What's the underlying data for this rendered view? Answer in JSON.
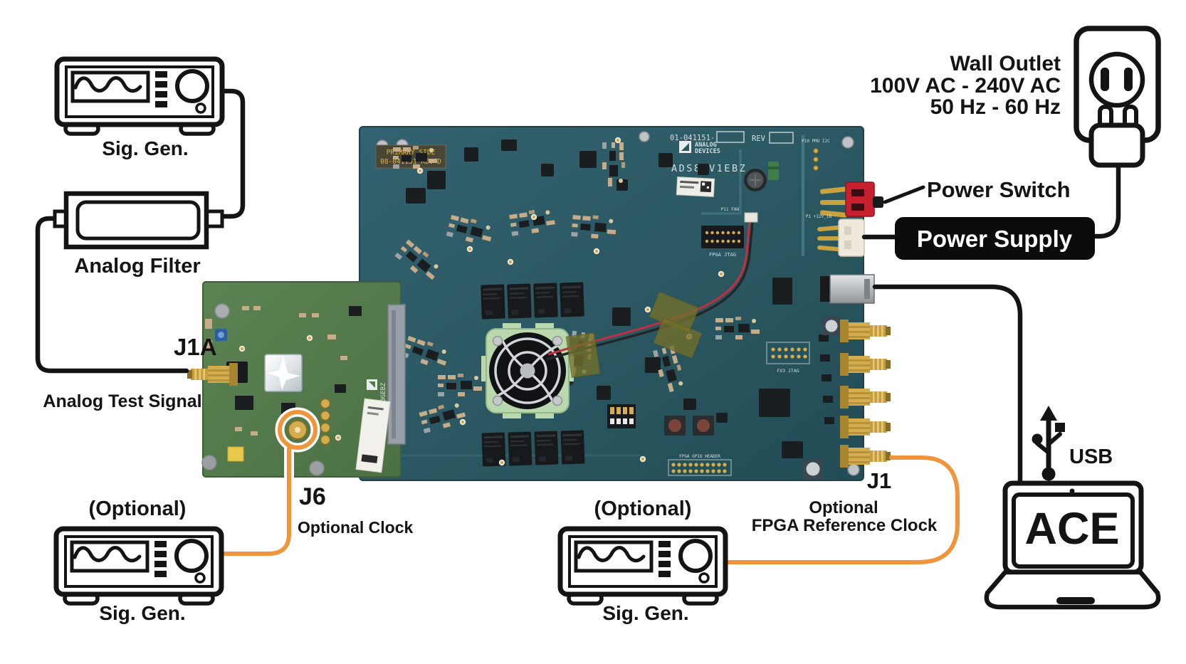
{
  "diagram": {
    "top_left_chain": {
      "sig_gen_label": "Sig. Gen.",
      "filter_label": "Analog Filter",
      "connector_label": "J1A",
      "signal_label": "Analog Test Signal"
    },
    "optional_clock_chain": {
      "optional_label": "(Optional)",
      "sig_gen_label": "Sig. Gen.",
      "connector_label": "J6",
      "clock_label": "Optional Clock"
    },
    "fpga_clock_chain": {
      "optional_label": "(Optional)",
      "sig_gen_label": "Sig. Gen.",
      "connector_label": "J1",
      "clock_label_line1": "Optional",
      "clock_label_line2": "FPGA Reference Clock"
    },
    "power_chain": {
      "wall_outlet_line1": "Wall Outlet",
      "wall_outlet_line2": "100V AC - 240V AC",
      "wall_outlet_line3": "50 Hz - 60 Hz",
      "power_switch_label": "Power Switch",
      "power_supply_label": "Power Supply"
    },
    "pc_chain": {
      "usb_label": "USB",
      "software_label": "ACE"
    },
    "board": {
      "primary_side_line1": "PRIMARY SIDE",
      "primary_side_line2": "08-041151 REV D",
      "part_number": "01-041151-",
      "rev_label": "REV",
      "brand_line1": "ANALOG",
      "brand_line2": "DEVICES",
      "board_name": "ADS8-V1EBZ",
      "jtag_label": "FPGA JTAG",
      "fan_label": "P11 FAN",
      "pmu_label": "P10 PMU I2C",
      "p1_label": "P1 +12V_IN",
      "fx3_label": "FX3 JTAG",
      "gpio_label": "FPGA GPIO HEADER"
    },
    "daughter_board": {
      "name": "AD9213-10GEBZ"
    },
    "colors": {
      "wire_black": "#141414",
      "wire_orange": "#F0953C",
      "board_blue": "#2B5862",
      "board_green": "#527A4A",
      "fan_shroud": "#B9D8AE",
      "sma_gold": "#D4AD4E",
      "switch_red": "#C8202F",
      "power_supply_bg": "#0C0C0C"
    }
  }
}
